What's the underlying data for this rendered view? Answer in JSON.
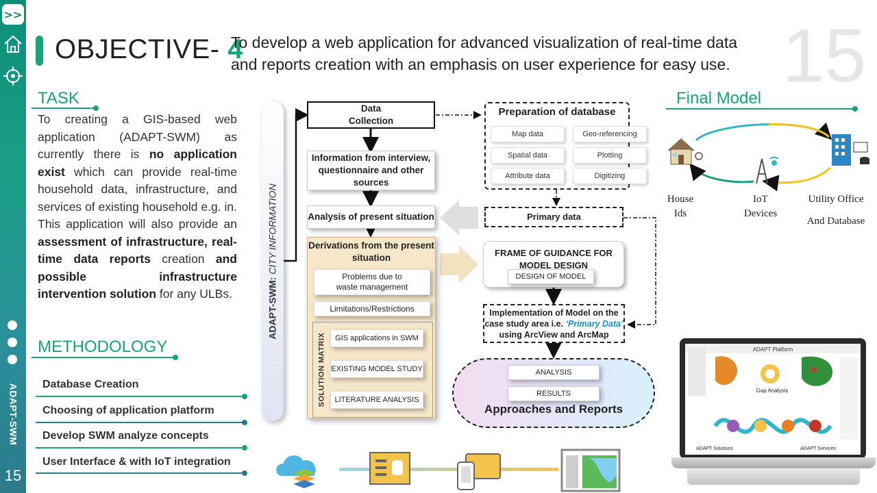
{
  "sidebar": {
    "menu_label": ">>",
    "label": "ADAPT-SWM",
    "page": "15"
  },
  "header": {
    "title_prefix": "OBJECTIVE- ",
    "title_number": "4",
    "subtitle_line1": "To develop a web application for advanced visualization of real-time data",
    "subtitle_line2": "and reports creation with an emphasis on user experience for easy use.",
    "page_number": "15"
  },
  "task": {
    "heading": "TASK",
    "t1": "To creating a GIS-based web application (ADAPT-SWM) as currently there is ",
    "b1": "no application exist",
    "t2": " which can provide real-time household data, infrastructure, and services of existing household e.g. in. This application will also provide an ",
    "b2": "assessment of infrastructure, real-time data reports",
    "t3": " creation ",
    "b3": "and possible infrastructure intervention solution",
    "t4": " for any ULBs."
  },
  "methodology": {
    "heading": "METHODOLOGY",
    "items": [
      "Database Creation",
      "Choosing of application platform",
      "Develop SWM analyze concepts",
      "User Interface & with IoT integration"
    ]
  },
  "diagram": {
    "city_bar_bold": "ADAPT-SWM: ",
    "city_bar_text": "CITY INFORMATION",
    "data_collection": "Data Collection",
    "info_sources": "Information from interview, questionnaire and other sources",
    "analysis_present": "Analysis of present situation",
    "derivations": "Derivations from the present situation",
    "problems": "Problems due to waste management",
    "limitations": "Limitations/Restrictions",
    "solution_matrix": "SOLUTION MATRIX",
    "sm_items": [
      "GIS applications in SWM",
      "EXISTING MODEL STUDY",
      "LITERATURE ANALYSIS"
    ],
    "prep_db": "Preparation of database",
    "db_items": [
      "Map data",
      "Geo-referencing",
      "Spatial data",
      "Plotting",
      "Attribute data",
      "Digitizing"
    ],
    "primary_data": "Primary data",
    "frame_title": "FRAME OF GUIDANCE FOR MODEL DESIGN",
    "design_model": "DESIGN OF MODEL",
    "impl_1": "Implementation of Model on the case study area i.e. ",
    "impl_primary": "‘Primary Data’",
    "impl_2": " using ArcView and ArcMap",
    "analysis": "ANALYSIS",
    "results": "RESULTS",
    "approaches": "Approaches and Reports"
  },
  "final_model": {
    "heading": "Final Model",
    "house_1": "House",
    "house_2": "Ids",
    "iot_1": "IoT",
    "iot_2": "Devices",
    "util_1": "Utility  Office",
    "util_2": "And Database"
  },
  "laptop": {
    "platform": "ADAPT Platform",
    "gap": "Gap Analysis",
    "solutions": "ADAPT Solutions",
    "services": "ADAPT Services"
  },
  "colors": {
    "accent": "#14a47a",
    "primary_data_blue": "#1a8fc4",
    "sidebar": "#1a9e86"
  }
}
